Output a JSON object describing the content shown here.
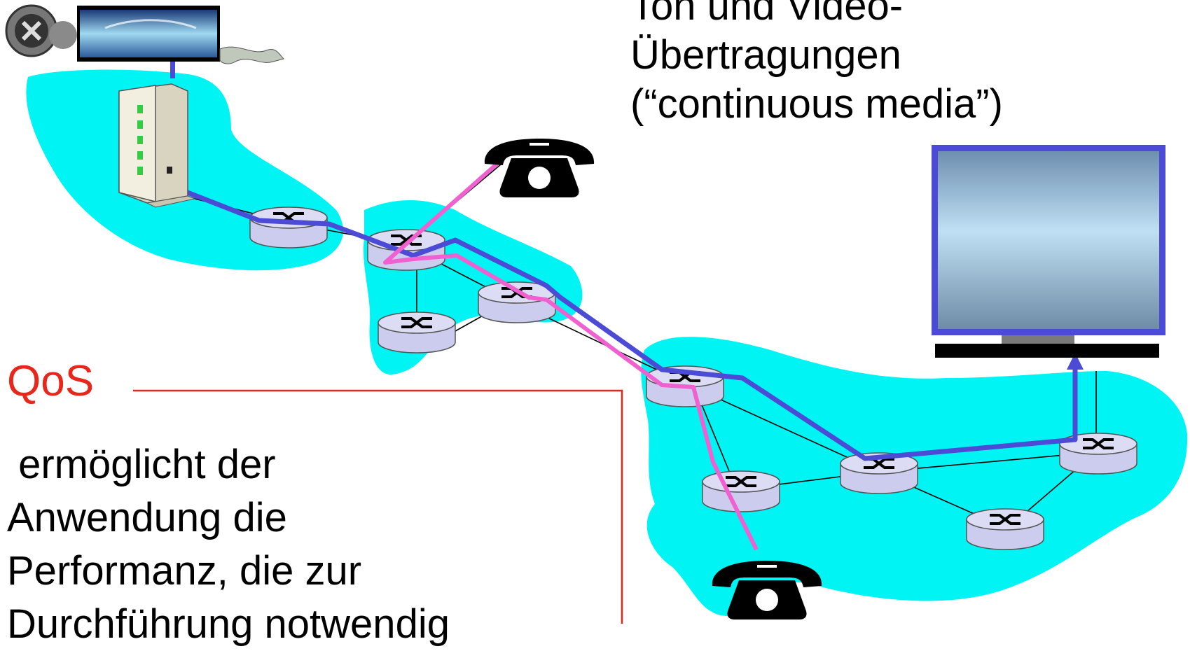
{
  "heading": {
    "lines": [
      "Ton und Video-",
      "Übertragungen",
      "(“continuous media”)"
    ]
  },
  "qos_label": "QoS",
  "description": {
    "lines": [
      " ermöglicht der",
      "Anwendung die",
      "Performanz, die zur",
      "Durchführung notwendig"
    ]
  },
  "icons": [
    "film-reel-icon",
    "media-server-icon",
    "telephone-icon",
    "router-icon",
    "monitor-icon",
    "arrow-up-icon"
  ],
  "colors": {
    "network_cloud": "#00f4f4",
    "video_path": "#4b4bd6",
    "voice_path": "#f060d0",
    "qos_accent": "#e8261a",
    "router_fill": "#ccccee"
  }
}
